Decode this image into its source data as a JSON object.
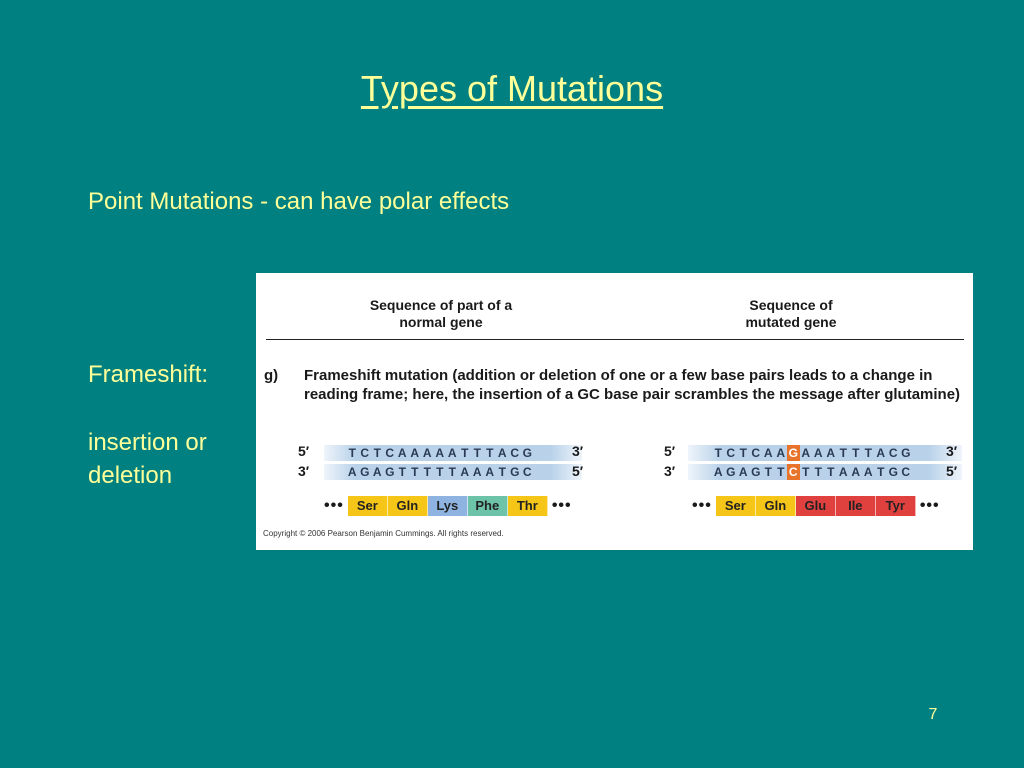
{
  "slide": {
    "title": "Types of Mutations",
    "subtitle": "Point Mutations - can have polar effects",
    "frameshift_label": "Frameshift:",
    "insertion_line1": "insertion or",
    "insertion_line2": "deletion",
    "page_number": "7"
  },
  "figure": {
    "normal_heading_line1": "Sequence of part of a",
    "normal_heading_line2": "normal gene",
    "mutated_heading_line1": "Sequence of",
    "mutated_heading_line2": "mutated gene",
    "part_label": "g)",
    "description": "Frameshift mutation (addition or deletion of one or a few base pairs leads to a change in reading frame; here, the insertion of a GC base pair scrambles the message after glutamine)",
    "prime5": "5′",
    "prime3": "3′",
    "dots": "•••",
    "normal": {
      "top_strand": [
        "T",
        "C",
        "T",
        "C",
        "A",
        "A",
        "A",
        "A",
        "A",
        "T",
        "T",
        "T",
        "A",
        "C",
        "G"
      ],
      "bottom_strand": [
        "A",
        "G",
        "A",
        "G",
        "T",
        "T",
        "T",
        "T",
        "T",
        "A",
        "A",
        "A",
        "T",
        "G",
        "C"
      ],
      "amino_acids": [
        {
          "label": "Ser",
          "color": "#f5c518"
        },
        {
          "label": "Gln",
          "color": "#f5c518"
        },
        {
          "label": "Lys",
          "color": "#8fb3e0"
        },
        {
          "label": "Phe",
          "color": "#6cc3a8"
        },
        {
          "label": "Thr",
          "color": "#f5c518"
        }
      ]
    },
    "mutated": {
      "top_strand": [
        "T",
        "C",
        "T",
        "C",
        "A",
        "A",
        "G",
        "A",
        "A",
        "A",
        "T",
        "T",
        "T",
        "A",
        "C",
        "G"
      ],
      "bottom_strand": [
        "A",
        "G",
        "A",
        "G",
        "T",
        "T",
        "C",
        "T",
        "T",
        "T",
        "A",
        "A",
        "A",
        "T",
        "G",
        "C"
      ],
      "mutation_index": 6,
      "amino_acids": [
        {
          "label": "Ser",
          "color": "#f5c518"
        },
        {
          "label": "Gln",
          "color": "#f5c518"
        },
        {
          "label": "Glu",
          "color": "#e0413f"
        },
        {
          "label": "Ile",
          "color": "#e0413f"
        },
        {
          "label": "Tyr",
          "color": "#e0413f"
        }
      ]
    },
    "mutation_color": "#e8732a",
    "copyright": "Copyright © 2006 Pearson Benjamin Cummings. All rights reserved."
  }
}
